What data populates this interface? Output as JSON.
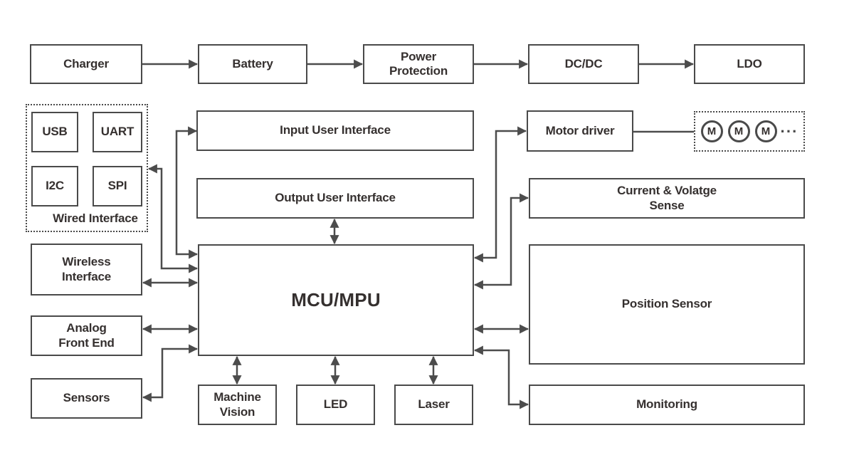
{
  "colors": {
    "line": "#4c4c4c",
    "border": "#4a4a4a",
    "text": "#35302f",
    "background": "#ffffff"
  },
  "blocks": {
    "charger": {
      "label": "Charger"
    },
    "battery": {
      "label": "Battery"
    },
    "power_protection": {
      "label": "Power\nProtection"
    },
    "dcdc": {
      "label": "DC/DC"
    },
    "ldo": {
      "label": "LDO"
    },
    "usb": {
      "label": "USB"
    },
    "uart": {
      "label": "UART"
    },
    "i2c": {
      "label": "I2C"
    },
    "spi": {
      "label": "SPI"
    },
    "wired_interface": {
      "label": "Wired Interface"
    },
    "wireless_interface": {
      "label": "Wireless\nInterface"
    },
    "analog_front_end": {
      "label": "Analog\nFront End"
    },
    "sensors": {
      "label": "Sensors"
    },
    "input_user_interface": {
      "label": "Input User Interface"
    },
    "output_user_interface": {
      "label": "Output User Interface"
    },
    "mcu": {
      "label": "MCU/MPU"
    },
    "machine_vision": {
      "label": "Machine\nVision"
    },
    "led": {
      "label": "LED"
    },
    "laser": {
      "label": "Laser"
    },
    "motor_driver": {
      "label": "Motor driver"
    },
    "motors": {
      "labels": [
        "M",
        "M",
        "M"
      ],
      "ellipsis": "···"
    },
    "current_voltage_sense": {
      "label": "Current & Volatge\nSense"
    },
    "position_sensor": {
      "label": "Position Sensor"
    },
    "monitoring": {
      "label": "Monitoring"
    }
  }
}
